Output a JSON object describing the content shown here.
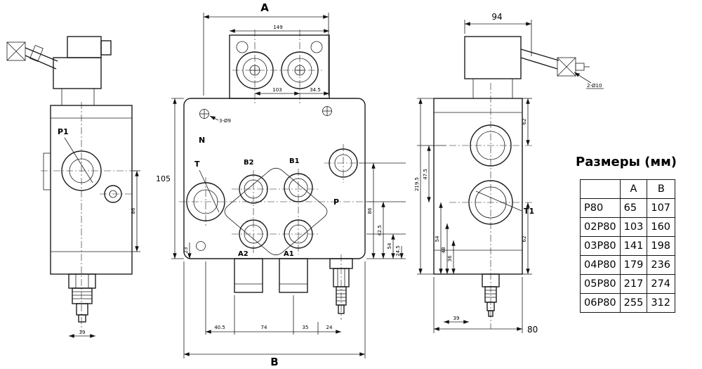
{
  "drawing": {
    "front_view": {
      "dim_a": "A",
      "dim_b": "B",
      "dim_149": "149",
      "dim_103": "103",
      "dim_34_5": "34.5",
      "dim_105": "105",
      "dim_23": "23",
      "hole_note": "3-Ø9",
      "port_n": "N",
      "port_t": "T",
      "port_b2": "B2",
      "port_b1": "B1",
      "port_p": "P",
      "port_a2": "A2",
      "port_a1": "A1",
      "dim_86": "86",
      "dim_42_5": "42.5",
      "dim_54": "54",
      "dim_24_5": "24.5",
      "dim_40_5": "40.5",
      "dim_74": "74",
      "dim_35": "35",
      "dim_24": "24"
    },
    "left_view": {
      "port_p1": "P1",
      "dim_86": "86",
      "dim_39": "39"
    },
    "right_view": {
      "dim_94": "94",
      "dim_80": "80",
      "dim_219_5": "219.5",
      "dim_47_5": "47.5",
      "dim_62_top": "62",
      "dim_62_bottom": "62",
      "dim_54": "54",
      "dim_48": "48",
      "dim_36": "36",
      "dim_39": "39",
      "port_t1": "T1",
      "note_2d10": "2-Ø10"
    }
  },
  "table": {
    "title": "Размеры (мм)",
    "headers": [
      "",
      "A",
      "B"
    ],
    "rows": [
      {
        "model": "P80",
        "a": "65",
        "b": "107"
      },
      {
        "model": "02P80",
        "a": "103",
        "b": "160"
      },
      {
        "model": "03P80",
        "a": "141",
        "b": "198"
      },
      {
        "model": "04P80",
        "a": "179",
        "b": "236"
      },
      {
        "model": "05P80",
        "a": "217",
        "b": "274"
      },
      {
        "model": "06P80",
        "a": "255",
        "b": "312"
      }
    ]
  }
}
